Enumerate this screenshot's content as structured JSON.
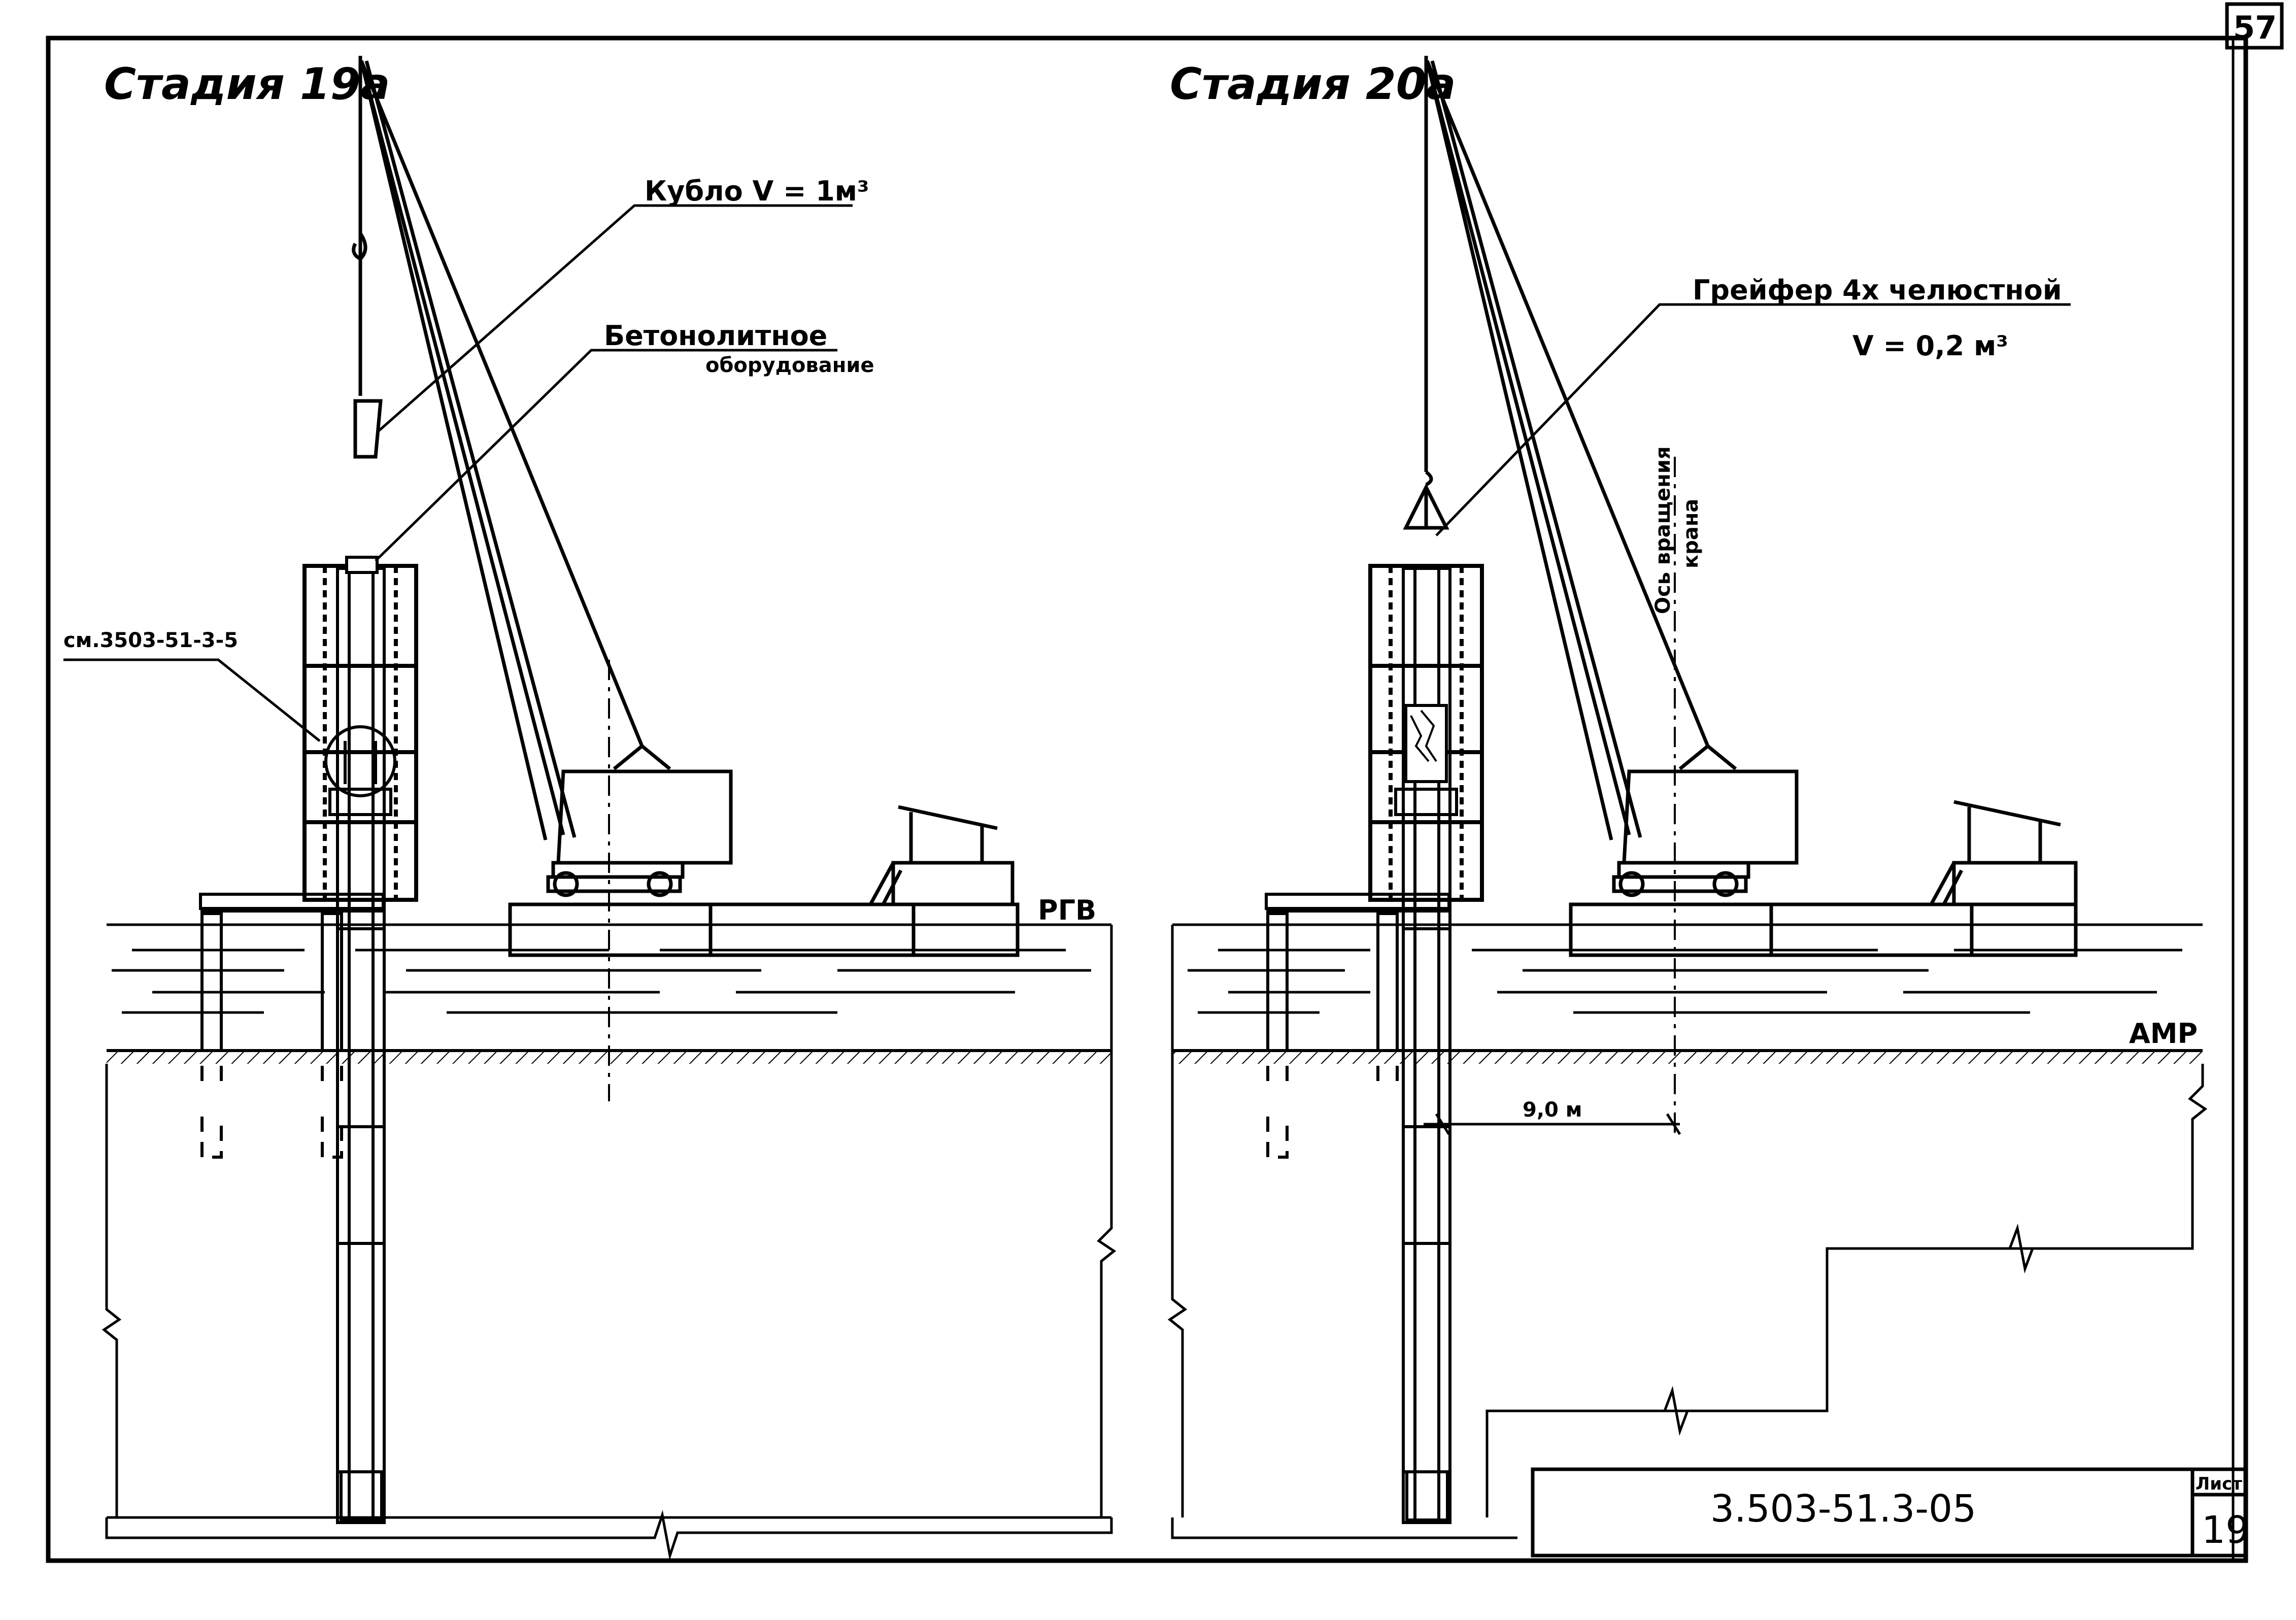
{
  "page_number": "57",
  "left_stage": {
    "title": "Стадия 19а",
    "bucket_label": "Кубло V = 1м³",
    "concreting_label_line1": "Бетонолитное",
    "concreting_label_line2": "оборудование",
    "reference_label": "см.3503-51-3-5",
    "water_level_label": "РГВ"
  },
  "right_stage": {
    "title": "Стадия 20а",
    "grab_label_line1": "Грейфер 4х челюстной",
    "grab_label_line2": "V = 0,2 м³",
    "crane_axis_label_line1": "Ось вращения",
    "crane_axis_label_line2": "крана",
    "bed_level_label": "АМР",
    "dimension_label": "9,0 м"
  },
  "title_block": {
    "document_number": "3.503-51.3-05",
    "sheet_label": "Лист",
    "sheet_number": "19"
  }
}
